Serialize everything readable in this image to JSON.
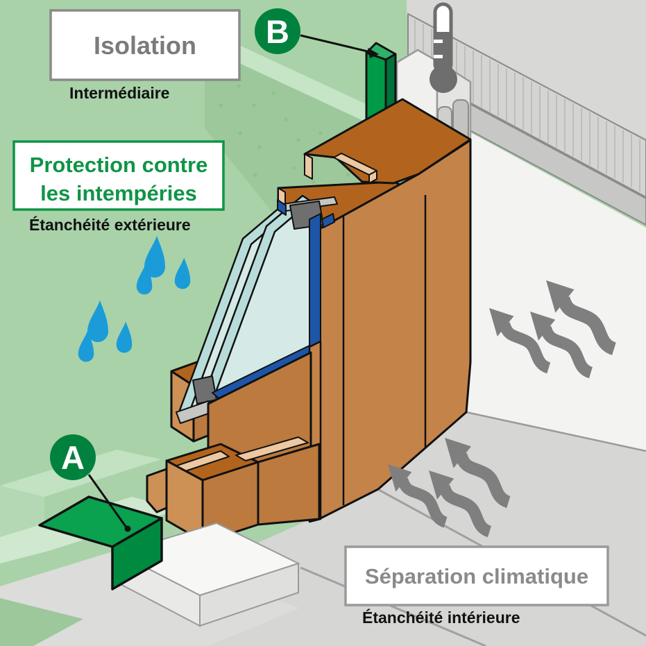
{
  "diagram": {
    "isolation": {
      "label": "Isolation",
      "caption": "Intermédiaire"
    },
    "protection": {
      "label_line1": "Protection contre",
      "label_line2": "les intempéries",
      "caption": "Étanchéité extérieure"
    },
    "separation": {
      "label": "Séparation climatique",
      "caption": "Étanchéité intérieure"
    },
    "markers": {
      "a": "A",
      "b": "B"
    }
  },
  "colors": {
    "background_green": "#a9d2a9",
    "speckle_green": "#9cc89c",
    "accent_green": "#0f9446",
    "marker_green": "#00813e",
    "seal_green": "#009a49",
    "wood_top": "#b2641e",
    "wood_light": "#cd9055",
    "wood_mid": "#c48349",
    "wood_dark": "#bc7a3e",
    "wood_cut": "#ecc9a2",
    "glass_edge": "#b8dcda",
    "glass_face": "#d5eae6",
    "seal_blue": "#1d56a8",
    "drop_blue": "#1b9cd8",
    "heat_gray": "#7f7f7f",
    "label_gray": "#8a8a8a"
  }
}
